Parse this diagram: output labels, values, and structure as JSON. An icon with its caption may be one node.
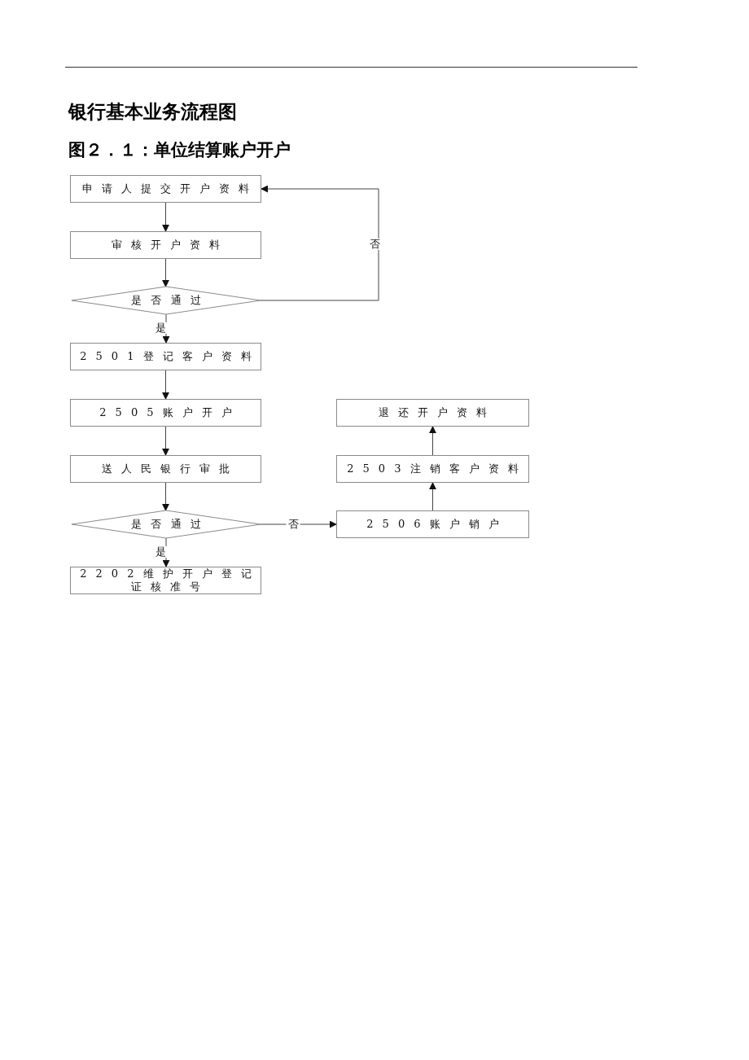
{
  "diagram": {
    "title": "银行基本业务流程图",
    "caption": "图２．１：单位结算账户开户",
    "nodes": [
      {
        "text": [
          "申请人提交开户资料"
        ]
      },
      {
        "text": [
          "审核开户资料"
        ]
      },
      {
        "text": [
          "是否通过"
        ]
      },
      {
        "text": [
          "2501登记客户资料"
        ]
      },
      {
        "text": [
          "2505账户开户"
        ]
      },
      {
        "text": [
          "送人民银行审批"
        ]
      },
      {
        "text": [
          "是否通过"
        ]
      },
      {
        "text": [
          "2202维护开户登记证核准号"
        ]
      },
      {
        "text": [
          "退还开户资料"
        ]
      },
      {
        "text": [
          "2503注销客户资料"
        ]
      },
      {
        "text": [
          "2506账户销户"
        ]
      }
    ],
    "edges": [
      {
        "from": 0,
        "to": 1,
        "arrow": "to"
      },
      {
        "from": 1,
        "to": 2,
        "arrow": "to"
      },
      {
        "from": 2,
        "to": 3,
        "arrow": "to",
        "label": "是"
      },
      {
        "from": 2,
        "to": 0,
        "arrow": "to",
        "label": "否"
      },
      {
        "from": 3,
        "to": 4,
        "arrow": "to"
      },
      {
        "from": 4,
        "to": 5,
        "arrow": "to"
      },
      {
        "from": 5,
        "to": 6,
        "arrow": "to"
      },
      {
        "from": 6,
        "to": 7,
        "arrow": "to",
        "label": "是"
      },
      {
        "from": 6,
        "to": 10,
        "arrow": "to",
        "label": "否"
      },
      {
        "from": 10,
        "to": 9,
        "arrow": "to"
      },
      {
        "from": 9,
        "to": 8,
        "arrow": "to"
      }
    ]
  }
}
